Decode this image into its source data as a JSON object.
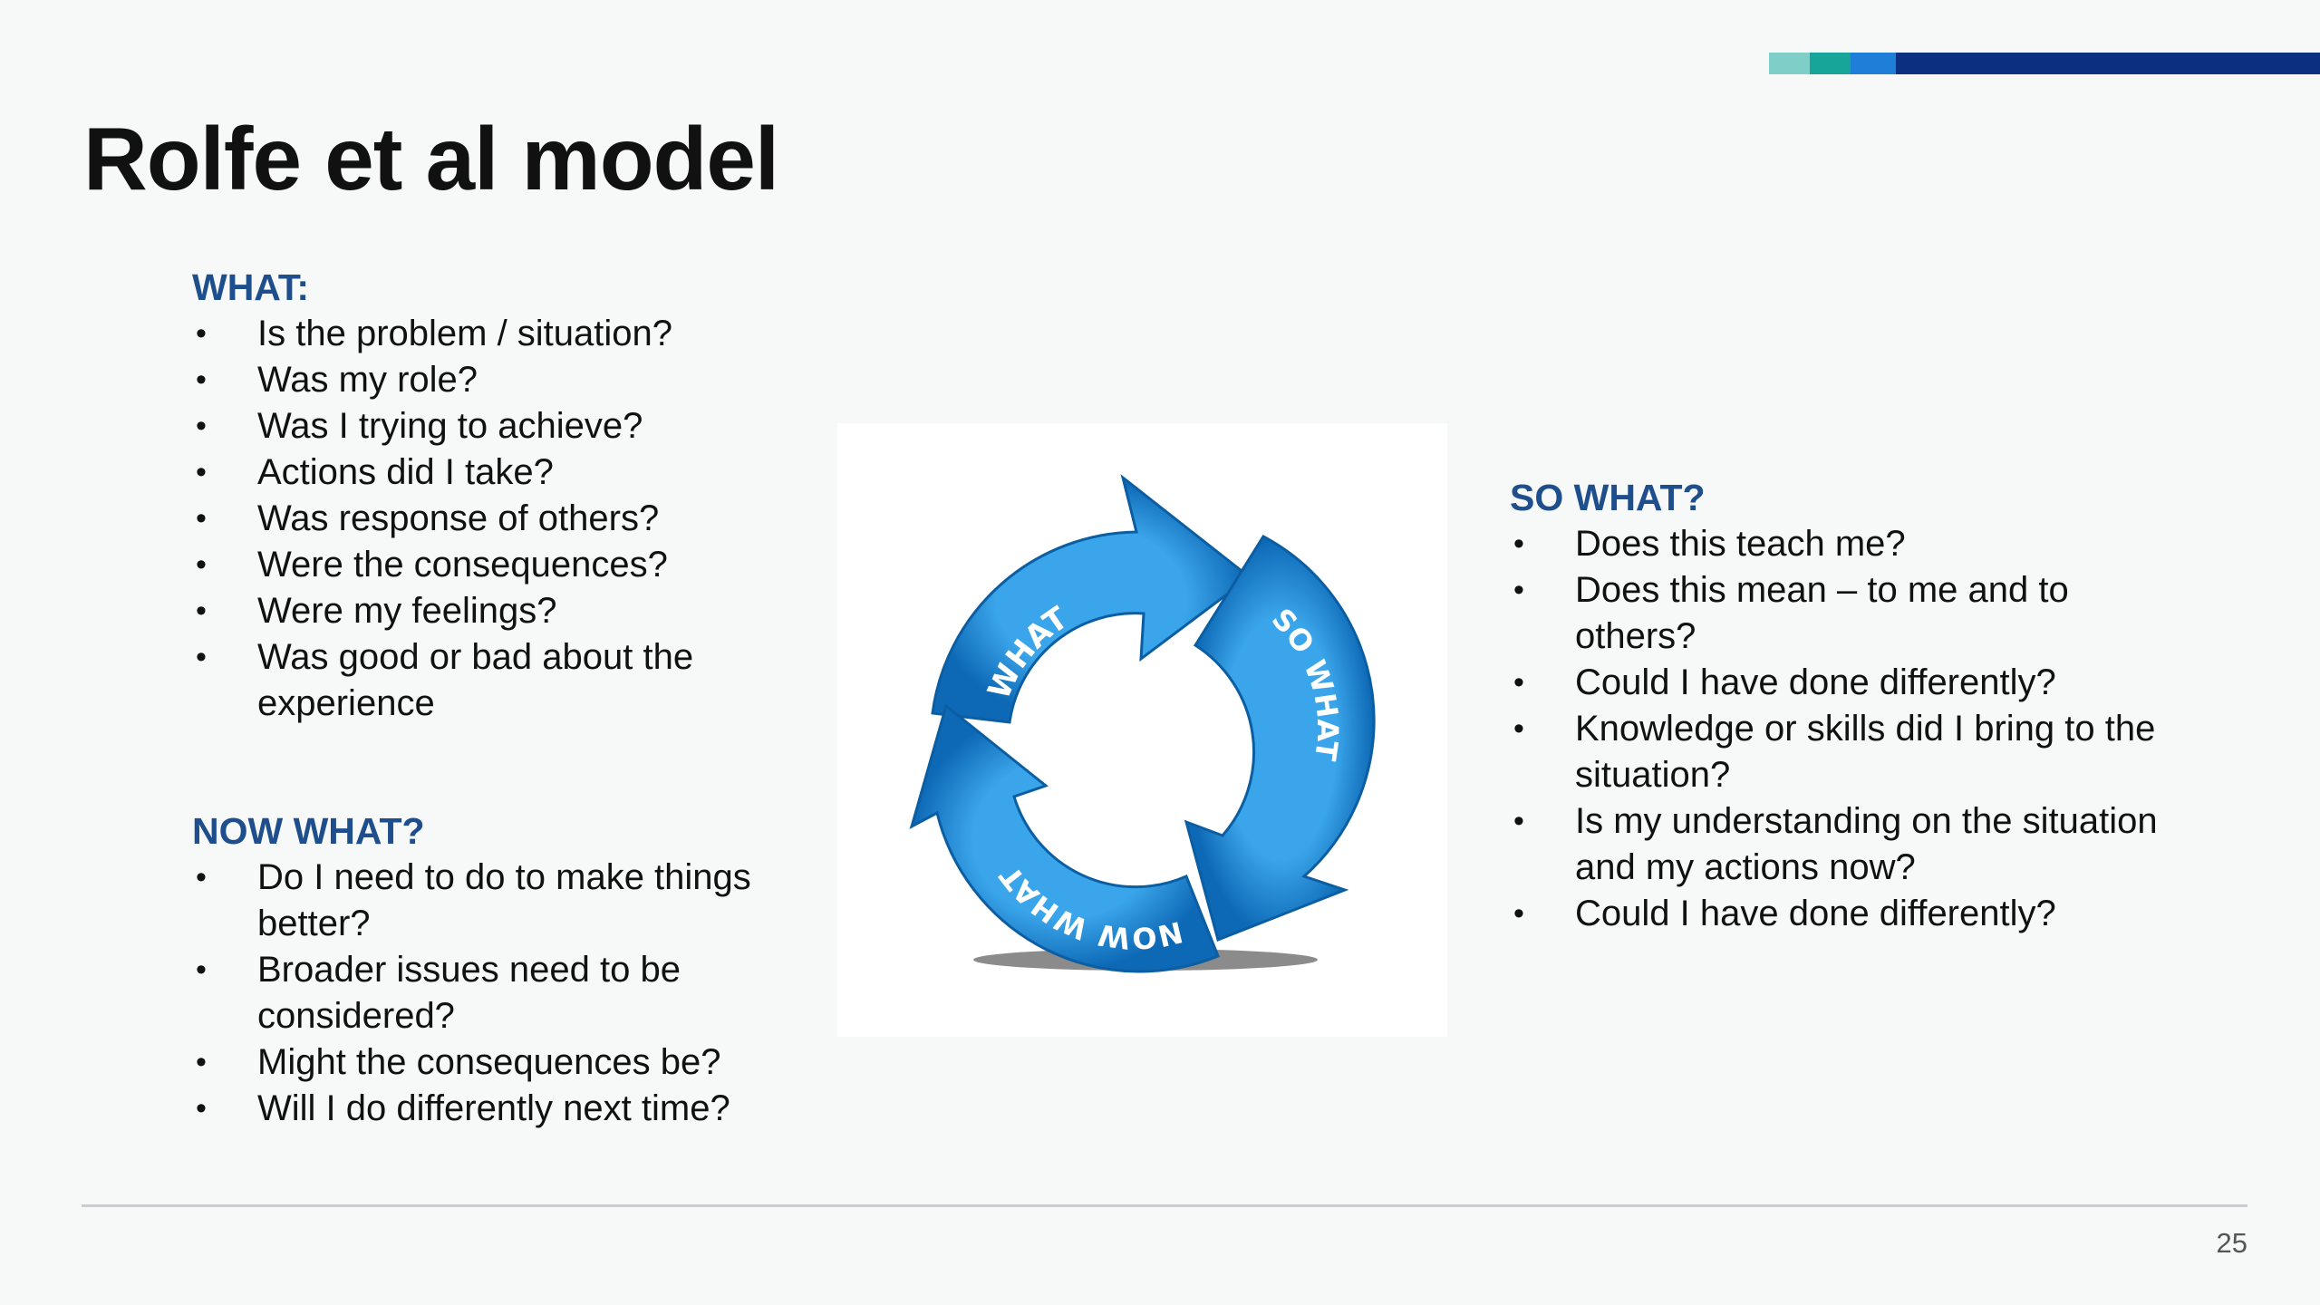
{
  "title": "Rolfe et al model",
  "page_number": "25",
  "accent_bar": [
    {
      "color": "#7fcfc8",
      "share": 0.074
    },
    {
      "color": "#17a59a",
      "share": 0.074
    },
    {
      "color": "#1f7fd8",
      "share": 0.082
    },
    {
      "color": "#0d2f80",
      "share": 0.77
    }
  ],
  "colors": {
    "heading": "#1f4e8c",
    "cycle_arrow": "#1f8fd6",
    "cycle_arrow_dark": "#0f5e9e"
  },
  "sections": {
    "what": {
      "heading": "WHAT:",
      "items": [
        "Is the problem / situation?",
        "Was my role?",
        "Was I trying to achieve?",
        "Actions did I take?",
        "Was response of others?",
        "Were the consequences?",
        "Were my feelings?",
        "Was good or bad about the experience"
      ]
    },
    "now_what": {
      "heading": "NOW WHAT?",
      "items": [
        "Do I need to do to make things better?",
        "Broader issues need to be considered?",
        "Might the consequences be?",
        "Will I do differently next time?"
      ]
    },
    "so_what": {
      "heading": "SO WHAT?",
      "items": [
        "Does this teach me?",
        "Does this mean – to me and to others?",
        "Could I have done differently?",
        "Knowledge or skills did I bring to the situation?",
        "Is my understanding on the situation and my actions now?",
        "Could I have done differently?"
      ]
    }
  },
  "cycle": {
    "labels": [
      "WHAT",
      "SO WHAT",
      "NOW WHAT"
    ],
    "icon": "circular-three-arrows-icon"
  }
}
